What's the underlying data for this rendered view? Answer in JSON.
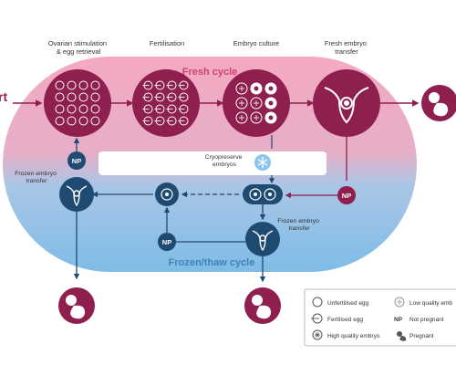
{
  "labels": {
    "ovarian": [
      "Ovarian stimulation",
      "& egg retrieval"
    ],
    "fertilisation": "Fertilisation",
    "culture": "Embryo culture",
    "fresh_transfer": [
      "Fresh embryo",
      "transfer"
    ],
    "fresh_cycle": "Fresh cycle",
    "frozen_cycle": "Frozen/thaw cycle",
    "cryopreserve": [
      "Cryopreserve",
      "embryos"
    ],
    "frozen_transfer_left": [
      "Frozen embryo",
      "transfer"
    ],
    "frozen_transfer_right": [
      "Frozen embryo",
      "transfer"
    ],
    "np": "NP",
    "start": "rt"
  },
  "legend": {
    "unfertilised": "Unfertilised egg",
    "low_quality": "Low quality emb",
    "fertilised": "Fertilised egg",
    "np_symbol": "NP",
    "not_pregnant": "Not pregnant",
    "high_quality": "High quality embryo",
    "pregnant": "Pregnant"
  },
  "colors": {
    "node": "#8e1f4f",
    "frozen_node": "#1f4a72",
    "fresh_band": "#f0a7bf",
    "frozen_band": "#8cc3e8",
    "snowflake": "#8ec5ec"
  },
  "icons": [
    "egg-grid-icon",
    "fertilised-egg-icon",
    "embryo-icon",
    "uterus-icon",
    "baby-icon",
    "snowflake-icon"
  ]
}
